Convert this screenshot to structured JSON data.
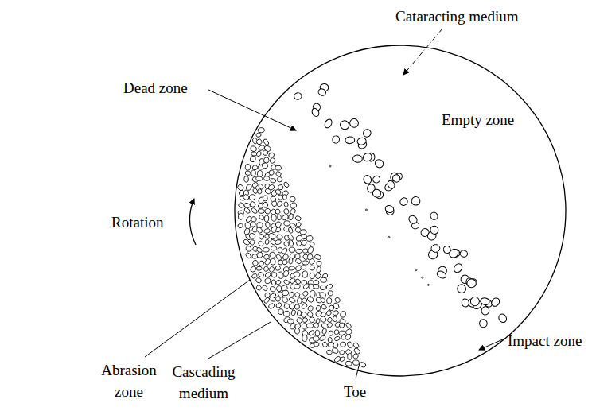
{
  "diagram": {
    "labels": [
      "Cataracting medium",
      "Dead zone",
      "Empty zone",
      "Rotation",
      "Impact zone",
      "Abrasion zone",
      "Cascading medium",
      "Toe"
    ]
  }
}
